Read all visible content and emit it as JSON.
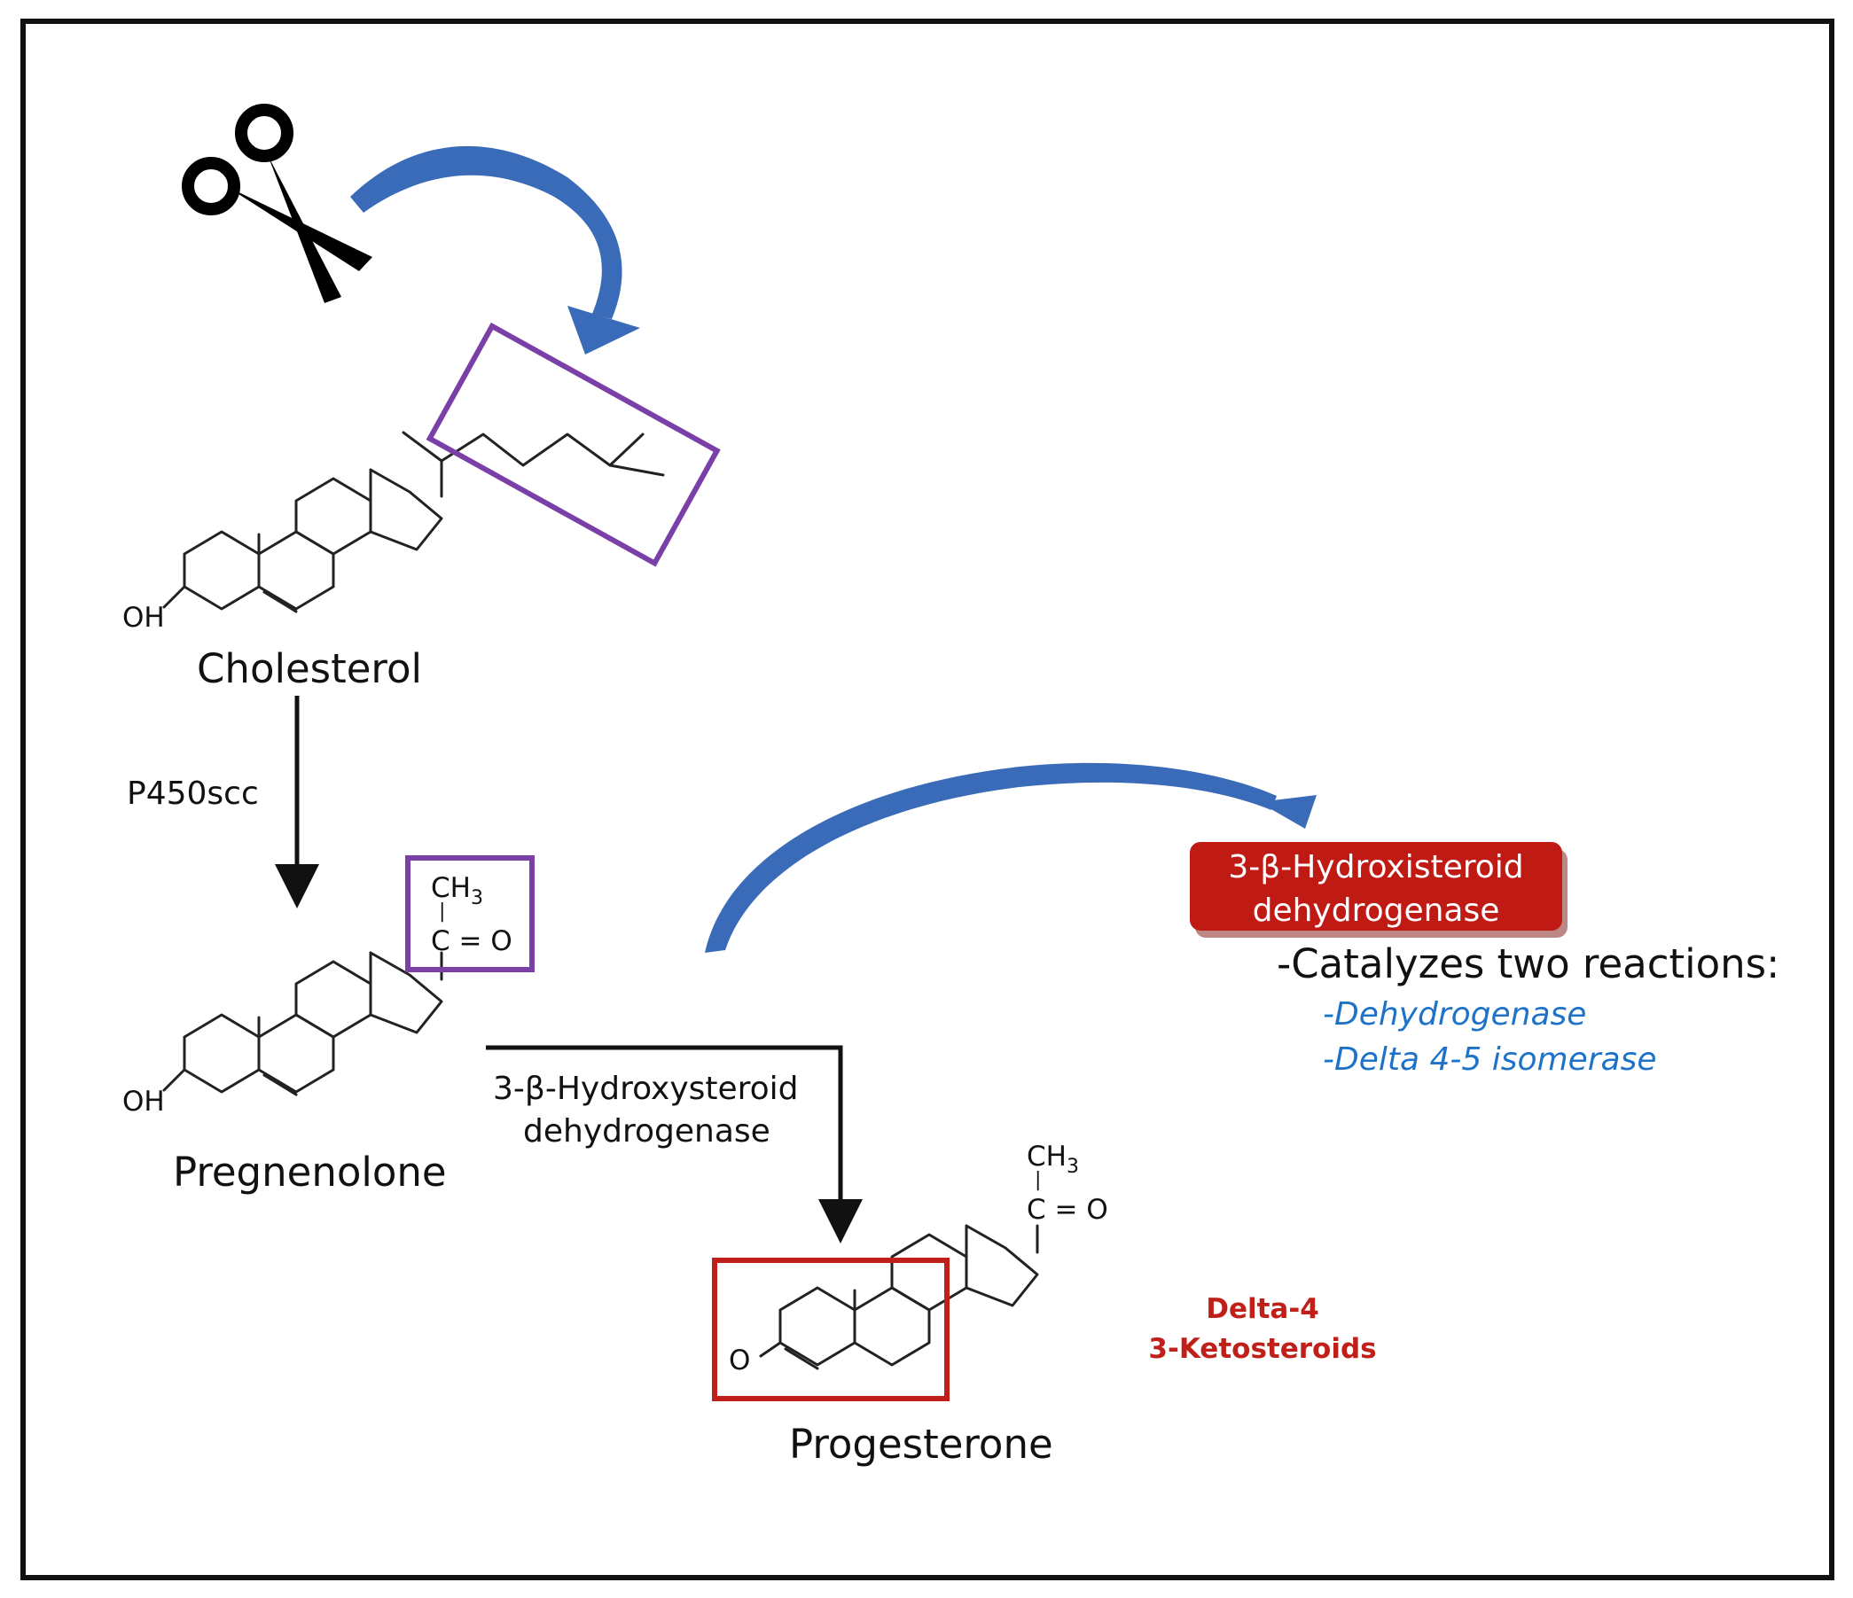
{
  "colors": {
    "purple_box": "#7B3FA8",
    "red_box": "#C0201A",
    "blue_arrow": "#3A6BB8",
    "enzyme_badge": "#BF1A14",
    "reaction_text": "#1E73C8",
    "keto_text": "#C0201A",
    "black": "#111111"
  },
  "icons": {
    "scissors": "scissors-icon"
  },
  "molecules": {
    "cholesterol": {
      "name": "Cholesterol",
      "oh": "OH"
    },
    "pregnenolone": {
      "name": "Pregnenolone",
      "oh": "OH",
      "ch3": "CH",
      "ch3_sub": "3",
      "co": "C = O",
      "tick": "|"
    },
    "progesterone": {
      "name": "Progesterone",
      "o": "O",
      "ch3": "CH",
      "ch3_sub": "3",
      "co": "C = O",
      "tick": "|"
    }
  },
  "steps": {
    "step1_enzyme": "P450scc",
    "step2_enzyme_line1": "3-β-Hydroxysteroid",
    "step2_enzyme_line2": "dehydrogenase"
  },
  "enzyme_badge": {
    "line1": "3-β-Hydroxisteroid",
    "line2": "dehydrogenase"
  },
  "catalyzes": {
    "heading": "-Catalyzes two reactions:",
    "reactions": [
      "-Dehydrogenase",
      "-Delta 4-5 isomerase"
    ]
  },
  "keto_label": {
    "line1": "Delta-4",
    "line2": "3-Ketosteroids"
  }
}
